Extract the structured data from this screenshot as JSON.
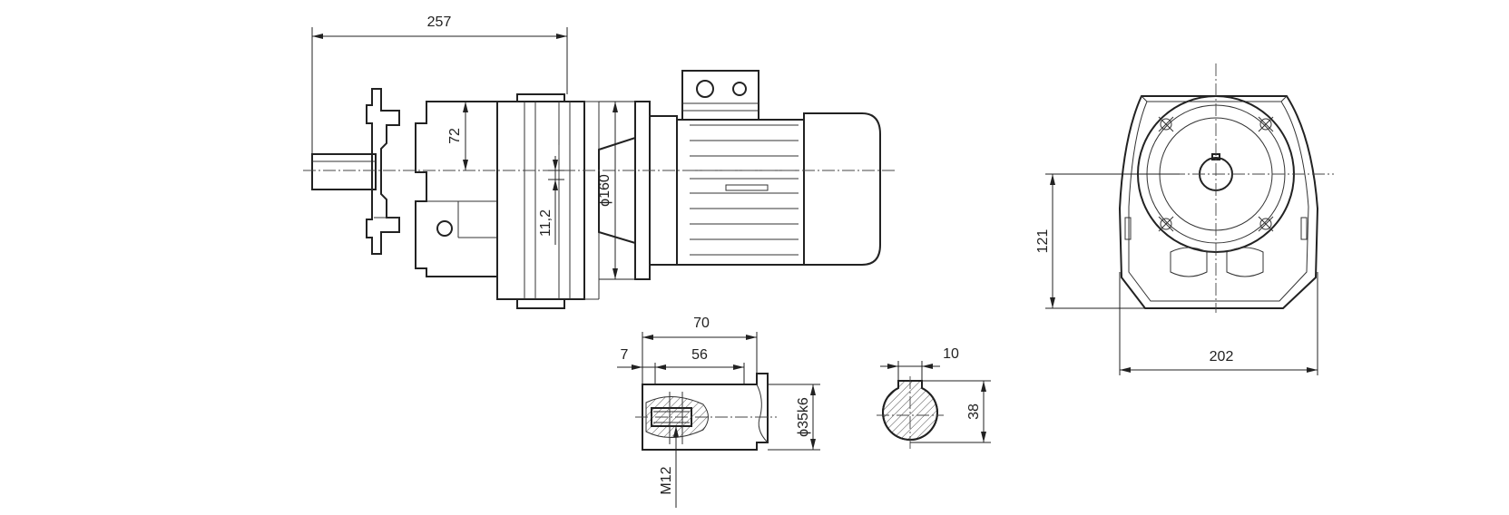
{
  "dimensions": {
    "overall_length": "257",
    "flange_height": "72",
    "shaft_offset": "11,2",
    "flange_diameter": "ϕ160",
    "shaft_height": "121",
    "housing_width": "202",
    "shaft_length": "70",
    "shaft_shoulder": "7",
    "keyway_length": "56",
    "shaft_diameter": "ϕ35k6",
    "thread": "M12",
    "key_width": "10",
    "key_height": "38"
  }
}
